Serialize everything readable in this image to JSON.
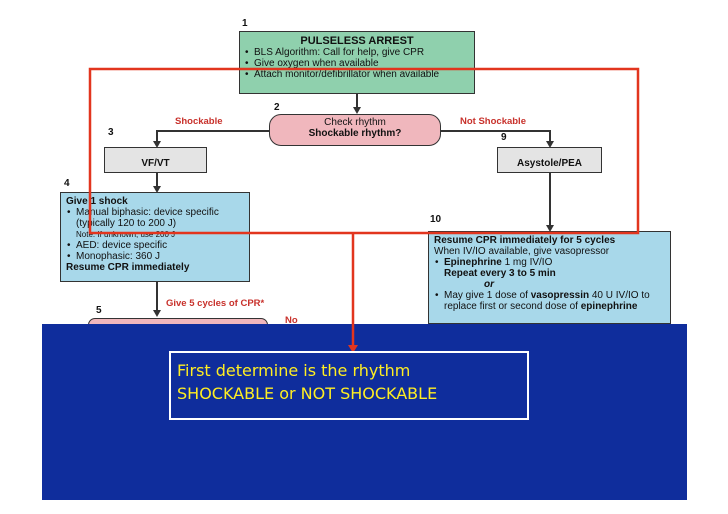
{
  "steps": {
    "s1_num": "1",
    "s1_title": "PULSELESS ARREST",
    "s1_items": [
      "BLS Algorithm: Call for help, give CPR",
      "Give oxygen when available",
      "Attach monitor/defibrillator when available"
    ],
    "s2_num": "2",
    "s2_line1": "Check rhythm",
    "s2_line2": "Shockable rhythm?",
    "shockable_label": "Shockable",
    "not_shockable_label": "Not Shockable",
    "s3_num": "3",
    "s3_title": "VF/VT",
    "s9_num": "9",
    "s9_title": "Asystole/PEA",
    "s4_num": "4",
    "s4_title": "Give 1 shock",
    "s4_item1": "Manual biphasic: device specific",
    "s4_item1b": "(typically 120 to 200 J)",
    "s4_note": "Note: If unknown, use 200 J",
    "s4_item2": "AED: device specific",
    "s4_item3": "Monophasic: 360 J",
    "s4_footer": "Resume CPR immediately",
    "s10_num": "10",
    "s10_title": "Resume CPR immediately for 5 cycles",
    "s10_line2": "When IV/IO available, give vasopressor",
    "s10_epi_bold": "Epinephrine",
    "s10_epi_rest": " 1 mg IV/IO",
    "s10_repeat": "Repeat every 3 to 5 min",
    "s10_or": "or",
    "s10_vaso_pre": "May give 1 dose of ",
    "s10_vaso_bold": "vasopressin",
    "s10_vaso_rest": " 40 U IV/IO to",
    "s10_replace_pre": "replace first or second dose of ",
    "s10_replace_bold": "epinephrine",
    "s5_num": "5",
    "s5_label": "Give 5 cycles of CPR*",
    "no_label": "No"
  },
  "callout": {
    "line1": "First determine is the rhythm",
    "line2": "SHOCKABLE or NOT SHOCKABLE"
  },
  "colors": {
    "highlight_border": "#e2351e",
    "panel": "#0f2d9c",
    "callout_text": "#ffee22"
  }
}
